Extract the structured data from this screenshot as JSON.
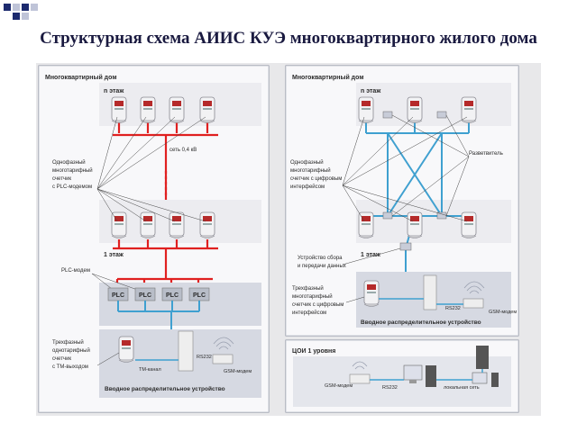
{
  "title": "Структурная схема АИИС КУЭ многоквартирного жилого дома",
  "left_panel": {
    "building_label": "Многоквартирный дом",
    "floor_n": "n этаж",
    "network_label": "сеть 0,4 кВ",
    "meter_desc": [
      "Однофазный",
      "многотарифный",
      "счетчик",
      "с PLC-модемом"
    ],
    "floor_1": "1 этаж",
    "plc_modem_label": "PLC-модем",
    "plc_tag": "PLC",
    "three_phase_desc": [
      "Трехфазный",
      "однотарифный",
      "счетчик",
      "с ТМ-выходом"
    ],
    "tm_channel": "ТМ-канал",
    "rs232": "RS232",
    "gsm_modem": "GSM-модем",
    "input_device": "Вводное распределительное устройство"
  },
  "right_panel": {
    "building_label": "Многоквартирный дом",
    "floor_n": "n этаж",
    "meter_desc": [
      "Однофазный",
      "многотарифный",
      "счетчик с цифровым",
      "интерфейсом"
    ],
    "splitter": "Разветвитель",
    "floor_1": "1 этаж",
    "collector_desc": [
      "Устройство сбора",
      "и передачи данных"
    ],
    "three_phase_desc": [
      "Трехфазный",
      "многотарифный",
      "счетчик с цифровым",
      "интерфейсом"
    ],
    "rs232": "RS232",
    "gsm_modem": "GSM-модем",
    "input_device": "Вводное распределительное устройство"
  },
  "bottom_right": {
    "title": "ЦОИ 1 уровня",
    "gsm_modem": "GSM-модем",
    "rs232": "RS232",
    "lan": "локальная сеть"
  },
  "colors": {
    "power_line": "#e02020",
    "data_line": "#3fa0d0",
    "deco": "#1c2a6e",
    "title": "#1a1a40"
  }
}
